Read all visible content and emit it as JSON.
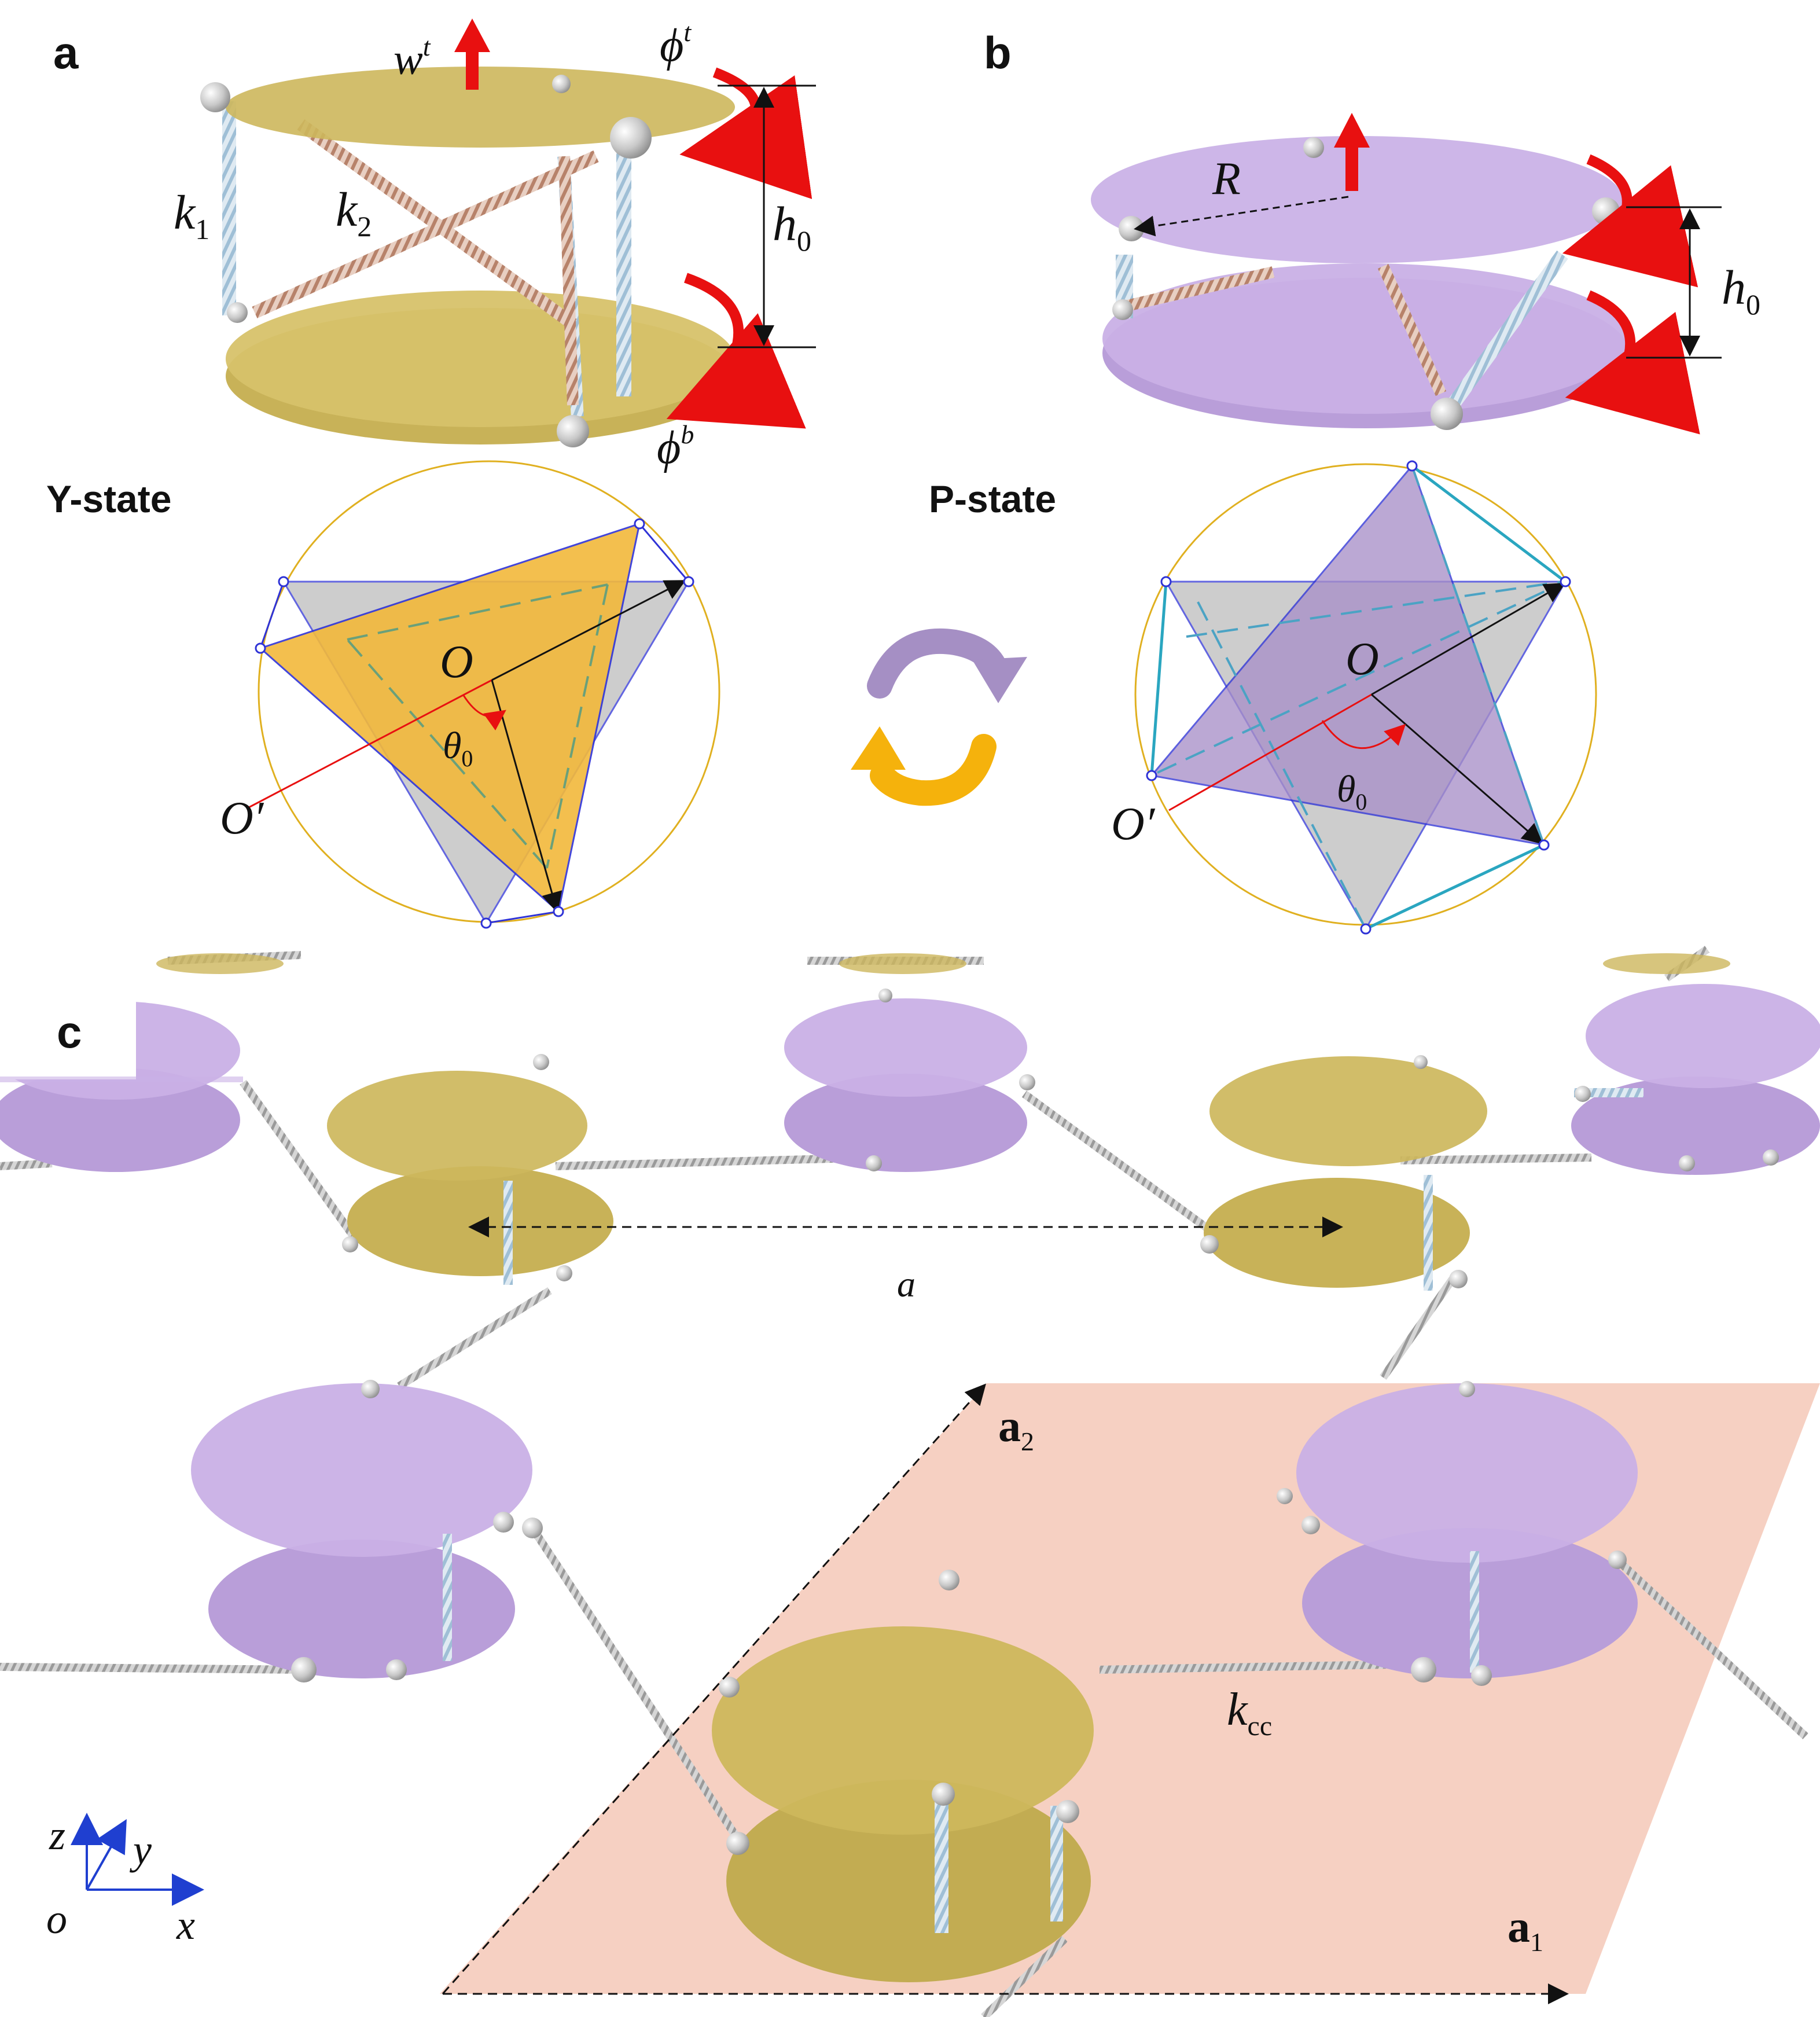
{
  "panels": {
    "a": "a",
    "b": "b",
    "c": "c"
  },
  "states": {
    "y": "Y-state",
    "p": "P-state"
  },
  "symbols": {
    "w": "w",
    "w_sup": "t",
    "phi": "ϕ",
    "phi_t_sup": "t",
    "phi_b_sup": "b",
    "h": "h",
    "h_sub": "0",
    "k": "k",
    "k1_sub": "1",
    "k2_sub": "2",
    "kcc_sub": "cc",
    "R": "R",
    "O": "O",
    "O_prime": "O′",
    "theta": "θ",
    "theta_sub": "0",
    "a": "a",
    "a_vec": "a",
    "a1_sub": "1",
    "a2_sub": "2",
    "axis_x": "x",
    "axis_y": "y",
    "axis_z": "z",
    "axis_o": "o"
  },
  "colors": {
    "yellow_disk": "#cdb75c",
    "yellow_fill": "#f2b93b",
    "purple_disk": "#c9b0e6",
    "purple_fill": "#a990c8",
    "grey_tri": "#bdbdbd",
    "circle_outline": "#e0b020",
    "spring_blue": "#b9d4e4",
    "spring_copper": "#c89a82",
    "spring_grey": "#b0b0b0",
    "arrow_red": "#e81010",
    "cycle_purple": "#a58fc4",
    "cycle_yellow": "#f5b20c",
    "lattice_pink": "#f5cdbf",
    "axis_blue": "#1f3fd0"
  }
}
